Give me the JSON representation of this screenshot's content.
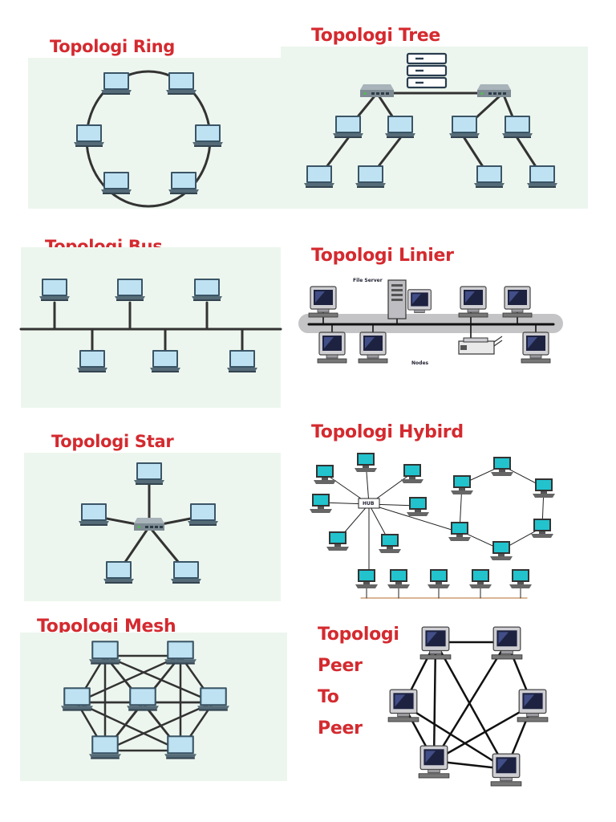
{
  "titles": {
    "ring": "Topologi Ring",
    "tree": "Topologi Tree",
    "bus": "Topologi Bus",
    "linier": "Topologi Linier",
    "star": "Topologi Star",
    "hybird": "Topologi Hybird",
    "mesh": "Topologi Mesh",
    "p2p": [
      "Topologi",
      "Peer",
      "To",
      "Peer"
    ]
  },
  "labels": {
    "file_server": "File Server",
    "nodes": "Nodes",
    "hub": "HUB"
  },
  "colors": {
    "title": "#d42a2f",
    "panel_bg": "#edf6ee",
    "screen": "#bfe2f3",
    "hybrid_screen": "#22c3cd"
  }
}
